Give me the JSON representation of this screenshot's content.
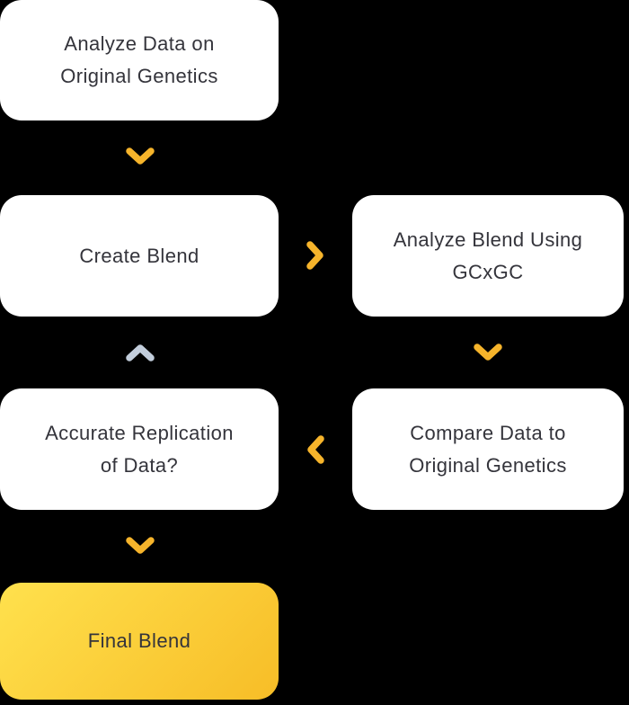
{
  "diagram": {
    "title": "Blend replication workflow flowchart",
    "nodes": [
      {
        "id": "analyze-data",
        "label": "Analyze Data on\nOriginal Genetics"
      },
      {
        "id": "create-blend",
        "label": "Create Blend"
      },
      {
        "id": "analyze-blend",
        "label": "Analyze Blend Using\nGCxGC"
      },
      {
        "id": "accurate-replication",
        "label": "Accurate Replication\nof Data?"
      },
      {
        "id": "compare-data",
        "label": "Compare Data to\nOriginal Genetics"
      },
      {
        "id": "final-blend",
        "label": "Final Blend"
      }
    ],
    "connectors": [
      {
        "icon": "chevron-down-icon",
        "from": "analyze-data",
        "to": "create-blend",
        "color": "accent"
      },
      {
        "icon": "chevron-right-icon",
        "from": "create-blend",
        "to": "analyze-blend",
        "color": "accent"
      },
      {
        "icon": "chevron-up-icon",
        "from": "accurate-replication",
        "to": "create-blend",
        "color": "muted"
      },
      {
        "icon": "chevron-down-icon",
        "from": "analyze-blend",
        "to": "compare-data",
        "color": "accent"
      },
      {
        "icon": "chevron-left-icon",
        "from": "compare-data",
        "to": "accurate-replication",
        "color": "accent"
      },
      {
        "icon": "chevron-down-icon",
        "from": "accurate-replication",
        "to": "final-blend",
        "color": "accent"
      }
    ]
  },
  "colors": {
    "background": "#000000",
    "box_bg": "#ffffff",
    "text": "#34343b",
    "accent": "#f6b42b",
    "muted_arrow": "#c2cddb",
    "final_gradient_start": "#ffe14d",
    "final_gradient_end": "#f7bd27"
  }
}
